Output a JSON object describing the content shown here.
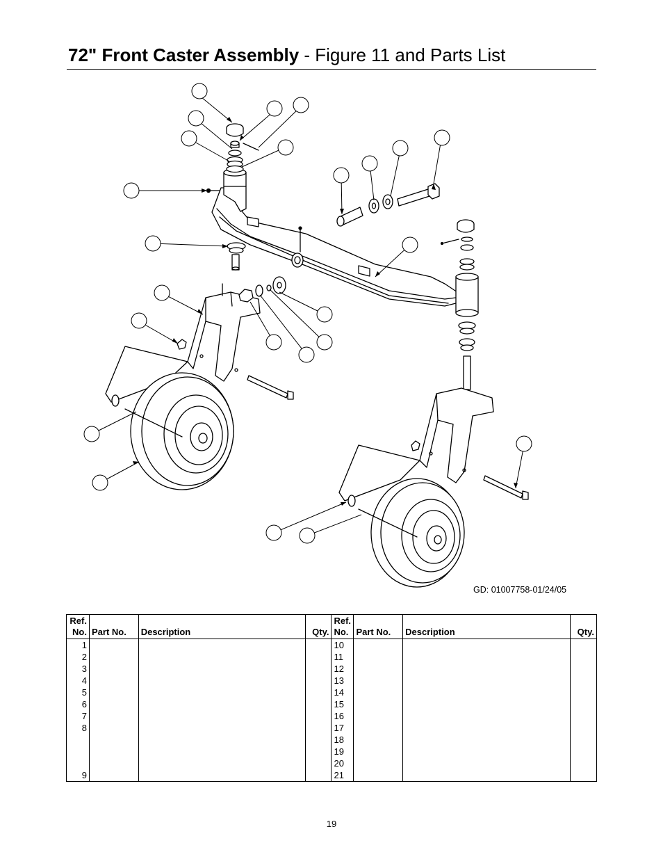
{
  "title": {
    "bold": "72\" Front Caster Assembly",
    "regular": " - Figure 11 and Parts List"
  },
  "figure_code": "GD: 01007758-01/24/05",
  "table": {
    "headers": {
      "ref_line1": "Ref.",
      "ref_line2": "No.",
      "part_no": "Part No.",
      "description": "Description",
      "qty": "Qty."
    },
    "left_refs": [
      "1",
      "2",
      "3",
      "4",
      "5",
      "6",
      "7",
      "8",
      "",
      "",
      "",
      "9"
    ],
    "right_refs": [
      "10",
      "11",
      "12",
      "13",
      "14",
      "15",
      "16",
      "17",
      "18",
      "19",
      "20",
      "21"
    ]
  },
  "page_number": "19"
}
